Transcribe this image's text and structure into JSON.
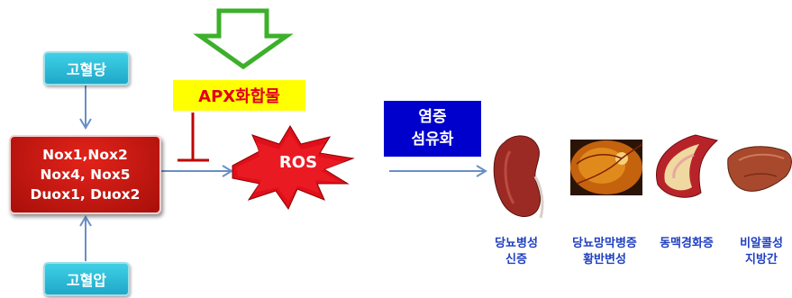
{
  "inputs": {
    "high_glucose": "고혈당",
    "high_pressure": "고혈압"
  },
  "nox": {
    "line1": "Nox1,Nox2",
    "line2": "Nox4, Nox5",
    "line3": "Duox1, Duox2"
  },
  "inhibitor": {
    "label": "APX화합물"
  },
  "ros": {
    "label": "ROS"
  },
  "process": {
    "line1": "염증",
    "line2": "섬유화"
  },
  "diseases": [
    {
      "line1": "당뇨병성",
      "line2": "신증",
      "icon": "kidney-icon"
    },
    {
      "line1": "당뇨망막병증",
      "line2": "황반변성",
      "icon": "retina-icon"
    },
    {
      "line1": "동맥경화증",
      "line2": "",
      "icon": "artery-icon"
    },
    {
      "line1": "비알콜성",
      "line2": "지방간",
      "icon": "liver-icon"
    }
  ],
  "colors": {
    "teal": "#1fa8c8",
    "nox_red": "#c4160f",
    "apx_yellow": "#ffff00",
    "apx_text": "#e0001a",
    "process_blue": "#0000cc",
    "arrow_blue": "#6a8fc4",
    "disease_text": "#1f3fbf",
    "down_arrow_green": "#3cb02a"
  }
}
